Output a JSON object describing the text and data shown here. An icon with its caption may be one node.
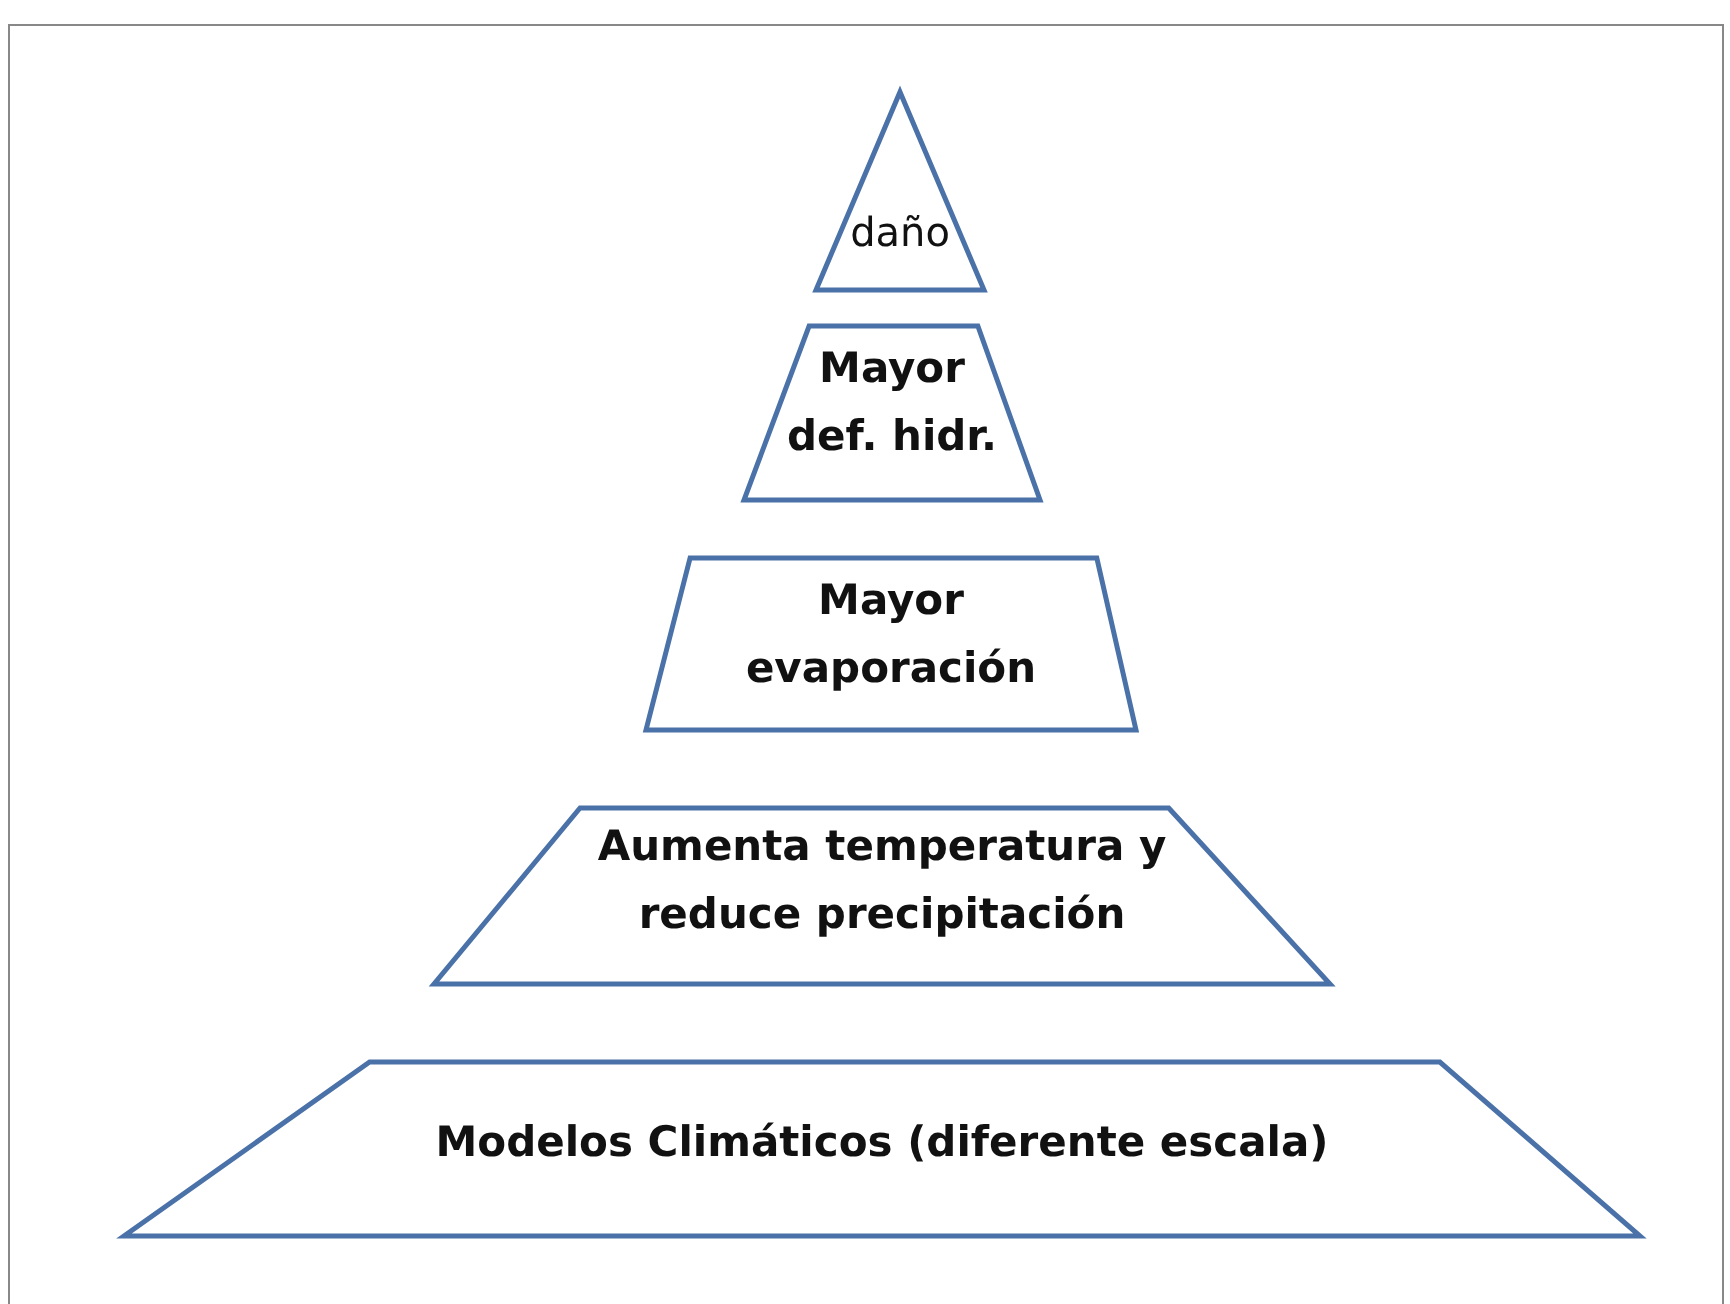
{
  "diagram": {
    "nodes": [
      {
        "text": [
          "daño"
        ]
      },
      {
        "text": [
          "Mayor def. hidr."
        ]
      },
      {
        "text": [
          "Mayor evaporación"
        ]
      },
      {
        "text": [
          "Aumenta temperatura y reduce precipitación"
        ]
      },
      {
        "text": [
          "Modelos Climáticos (diferente escala)"
        ]
      }
    ],
    "edges": []
  }
}
